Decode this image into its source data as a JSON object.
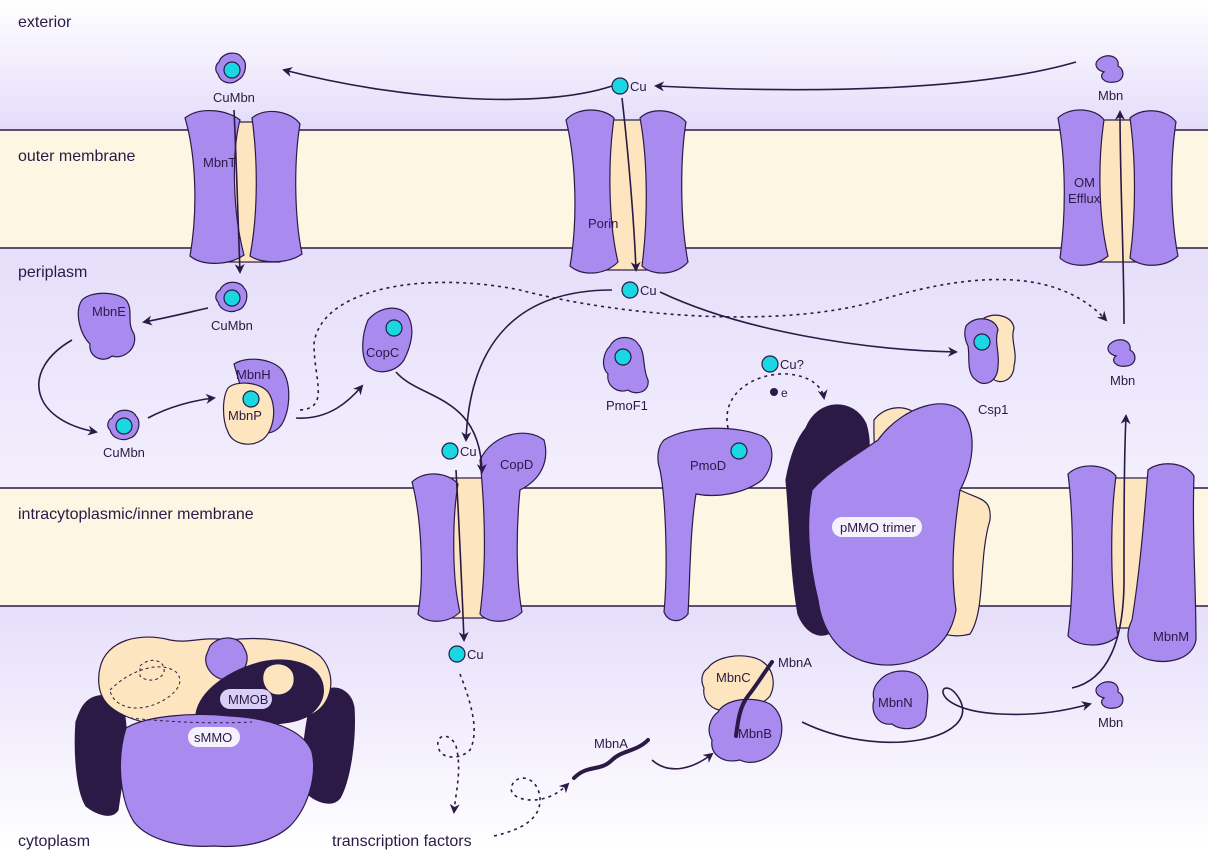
{
  "regions": {
    "exterior": "exterior",
    "outer_membrane": "outer membrane",
    "periplasm": "periplasm",
    "inner_membrane": "intracytoplasmic/inner membrane",
    "cytoplasm": "cytoplasm"
  },
  "labels": {
    "cumbn_top": "CuMbn",
    "mbnt": "MbnT",
    "cumbn_mid": "CuMbn",
    "mbne": "MbnE",
    "cumbn_low": "CuMbn",
    "mbnh": "MbnH",
    "mbnp": "MbnP",
    "copc": "CopC",
    "porin": "Porin",
    "cu_top": "Cu",
    "cu_peri": "Cu",
    "cu_copd": "Cu",
    "copd": "CopD",
    "cu_cyto": "Cu",
    "pmof1": "PmoF1",
    "pmod": "PmoD",
    "cu_q": "Cu?",
    "electron": "e",
    "csp1": "Csp1",
    "pmmo": "pMMO trimer",
    "om_efflux_1": "OM",
    "om_efflux_2": "Efflux",
    "mbn_top": "Mbn",
    "mbn_peri": "Mbn",
    "mbn_cyto": "Mbn",
    "mbnm": "MbnM",
    "mbnn": "MbnN",
    "mbnc": "MbnC",
    "mbnb": "MbnB",
    "mbna_complex": "MbnA",
    "mbna_free": "MbnA",
    "mmob": "MMOB",
    "smmo": "sMMO",
    "tf": "transcription factors"
  },
  "colors": {
    "protein": "#a98bf0",
    "protein_light": "#b59cf5",
    "beige": "#fde6bf",
    "dark": "#2a1a45",
    "cu": "#19d7e3",
    "membrane": "#fdf6e3",
    "aqueous": "#eae4fb"
  }
}
